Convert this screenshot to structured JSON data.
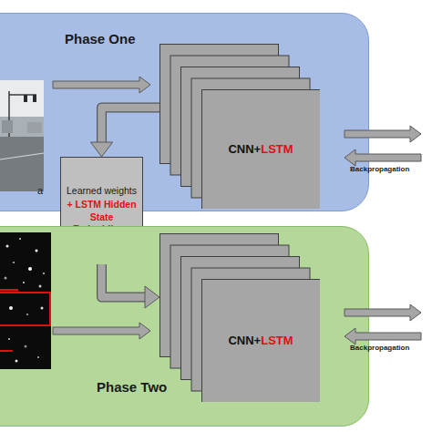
{
  "diagram": {
    "nodes": [
      {
        "text": [
          "Phase One"
        ]
      },
      {
        "text": [
          "CNN+",
          "LSTM"
        ],
        "in": 0
      },
      {
        "text": [
          "Learned weights",
          "+ LSTM Hidden State Embeddings"
        ]
      },
      {
        "text": [
          "Phase Two"
        ]
      },
      {
        "text": [
          "CNN+",
          "LSTM"
        ],
        "in": 3
      }
    ],
    "edges": [
      {
        "from": 1,
        "to": 2,
        "arrow": "to"
      },
      {
        "from": 2,
        "to": 4,
        "arrow": "to"
      }
    ],
    "labels": [
      "a",
      "Backpropagation",
      "Backpropagation"
    ]
  }
}
